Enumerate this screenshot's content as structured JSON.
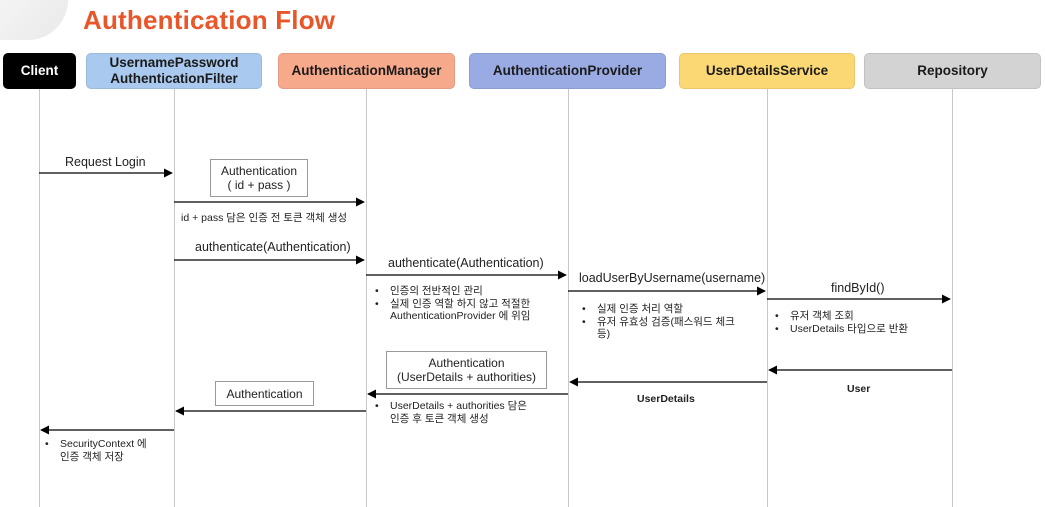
{
  "title": "Authentication Flow",
  "actors": {
    "client": "Client",
    "filter_line1": "UsernamePassword",
    "filter_line2": "AuthenticationFilter",
    "manager": "AuthenticationManager",
    "provider": "AuthenticationProvider",
    "uds": "UserDetailsService",
    "repo": "Repository"
  },
  "colors": {
    "title": "#e8562a",
    "client": "#000000",
    "filter": "#a9c9ee",
    "manager": "#f7a98c",
    "provider": "#9aabe4",
    "uds": "#fbd874",
    "repo": "#d3d3d3"
  },
  "messages": {
    "request_login": "Request Login",
    "token_box_line1": "Authentication",
    "token_box_line2": "( id + pass )",
    "token_note": "id + pass 담은 인증 전 토큰 객체 생성",
    "authenticate_1": "authenticate(Authentication)",
    "authenticate_2": "authenticate(Authentication)",
    "load_user": "loadUserByUsername(username)",
    "find_by_id": "findById()",
    "user": "User",
    "user_details": "UserDetails",
    "result_box_line1": "Authentication",
    "result_box_line2": "(UserDetails +  authorities)",
    "auth_return_box": "Authentication"
  },
  "notes": {
    "manager": [
      "인증의 전반적인 관리",
      "실제 인증 역할 하지 않고 적절한",
      "AuthenticationProvider 에 위임"
    ],
    "provider": [
      "실제 인증 처리 역할",
      "유저 유효성 검증(패스워드 체크",
      "등)"
    ],
    "uds": [
      "유저 객체 조회",
      "UserDetails 타입으로 반환"
    ],
    "manager_return": [
      "UserDetails +  authorities 담은",
      "인증 후 토큰 객체 생성"
    ],
    "client_return": [
      "SecurityContext 에",
      "인증 객체 저장"
    ]
  }
}
